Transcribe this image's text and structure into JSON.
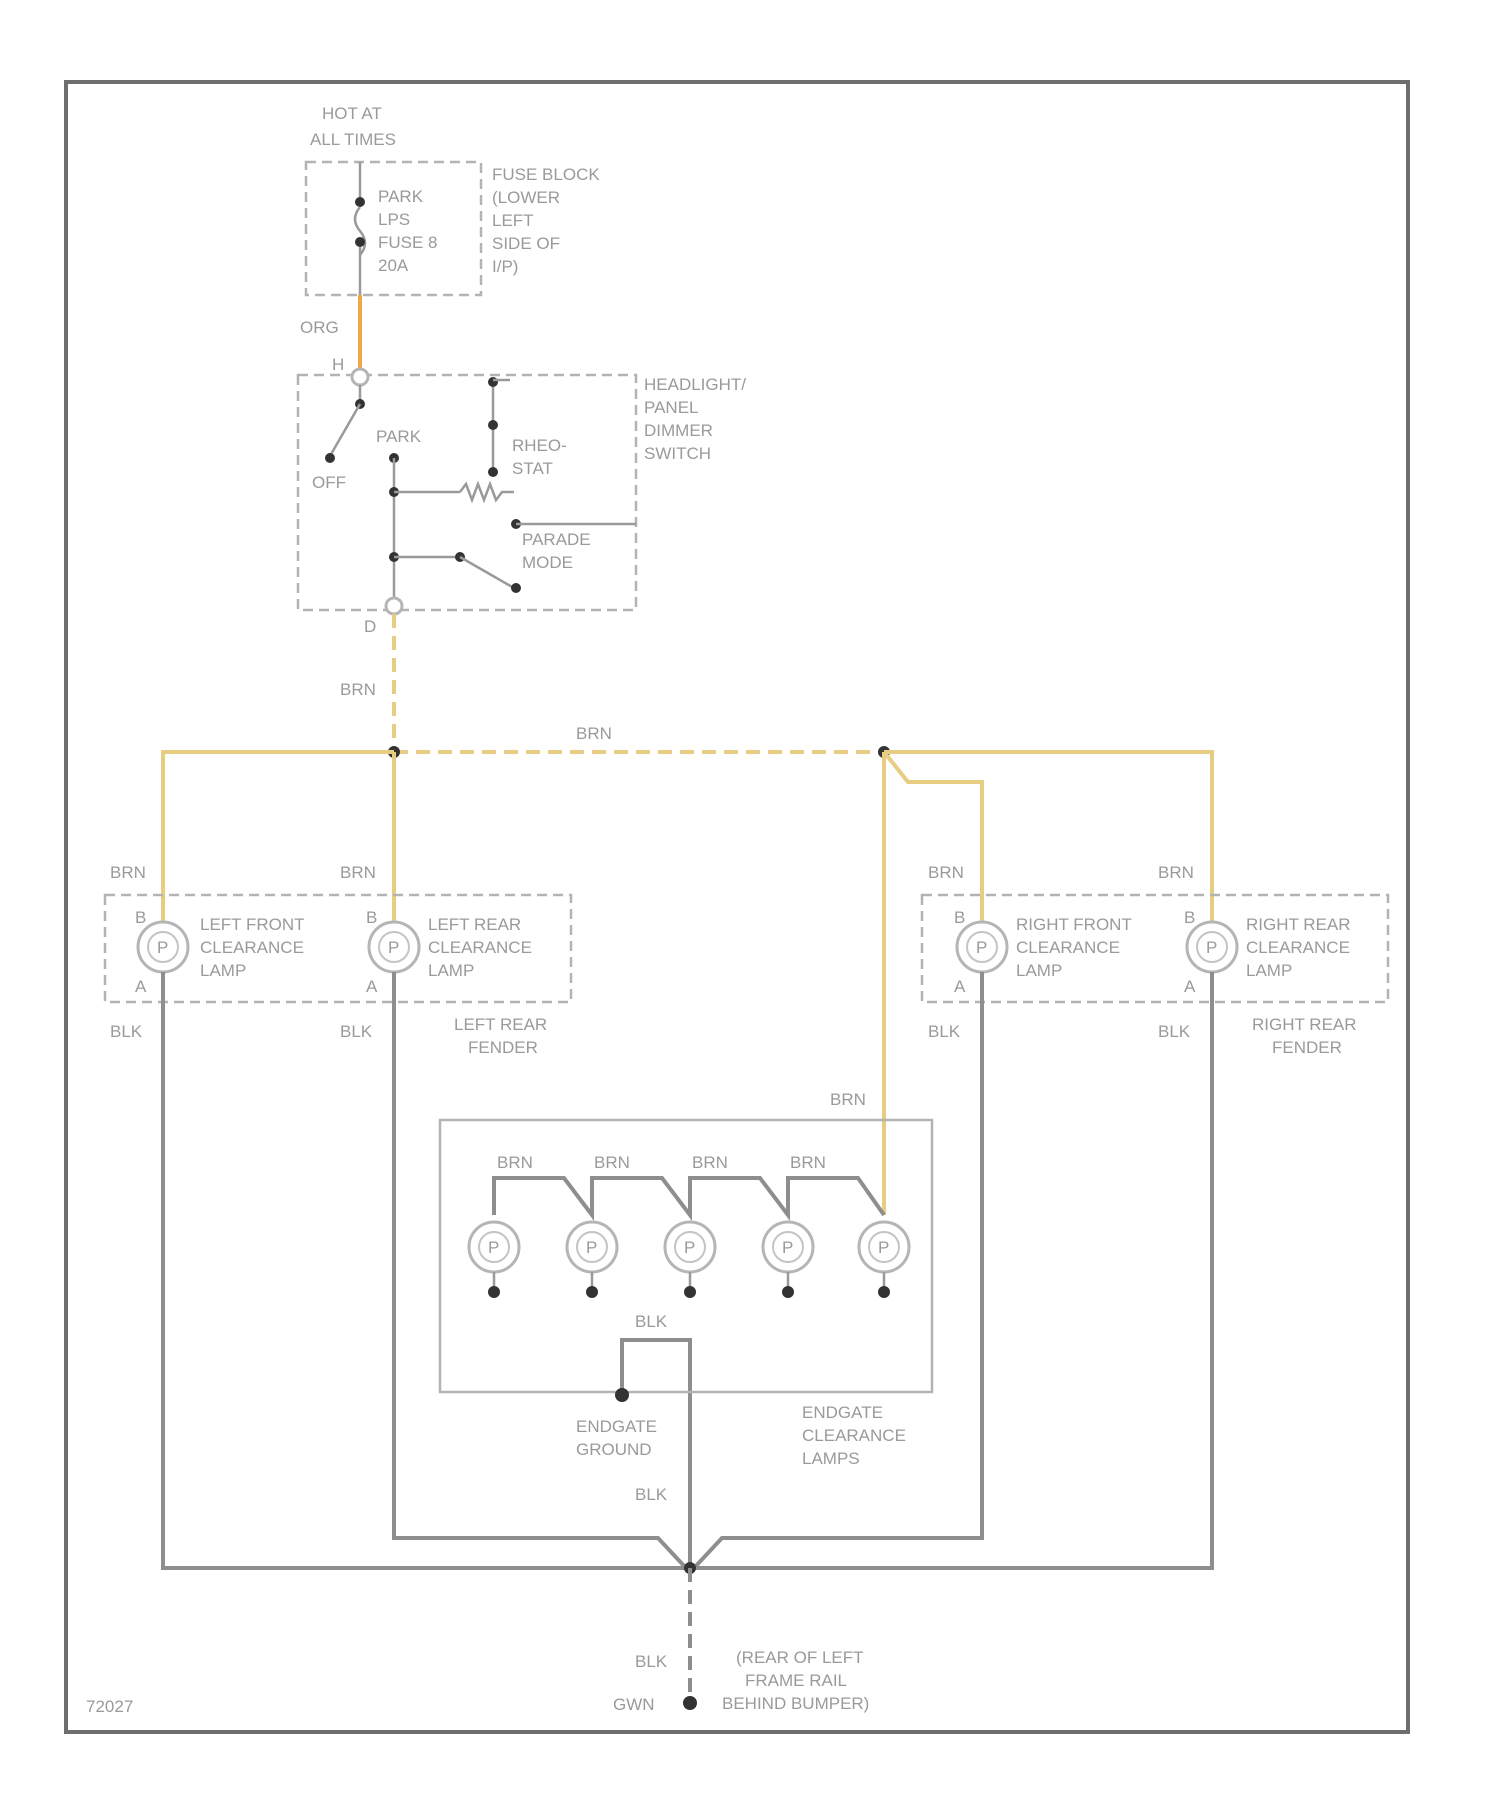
{
  "supply": {
    "hot_label_line1": "HOT AT",
    "hot_label_line2": "ALL TIMES",
    "fuse_lines": [
      "PARK",
      "LPS",
      "FUSE 8",
      "20A"
    ],
    "fuse_block_lines": [
      "FUSE BLOCK",
      "(LOWER",
      "LEFT",
      "SIDE OF",
      "I/P)"
    ],
    "wire_org": "ORG"
  },
  "switch": {
    "terminal_top": "H",
    "terminal_bottom": "D",
    "park_label": "PARK",
    "off_label": "OFF",
    "rheostat_lines": [
      "RHEO-",
      "STAT"
    ],
    "parade_lines": [
      "PARADE",
      "MODE"
    ],
    "title_lines": [
      "HEADLIGHT/",
      "PANEL",
      "DIMMER",
      "SWITCH"
    ]
  },
  "wire_labels": {
    "brn": "BRN",
    "blk": "BLK",
    "gwn": "GWN"
  },
  "lamps": {
    "lamp_symbol": "P",
    "terminal_b": "B",
    "terminal_a": "A",
    "left_front_lines": [
      "LEFT FRONT",
      "CLEARANCE",
      "LAMP"
    ],
    "left_rear_lines": [
      "LEFT REAR",
      "CLEARANCE",
      "LAMP"
    ],
    "right_front_lines": [
      "RIGHT FRONT",
      "CLEARANCE",
      "LAMP"
    ],
    "right_rear_lines": [
      "RIGHT REAR",
      "CLEARANCE",
      "LAMP"
    ],
    "left_fender_lines": [
      "LEFT REAR",
      "FENDER"
    ],
    "right_fender_lines": [
      "RIGHT REAR",
      "FENDER"
    ]
  },
  "endgate": {
    "ground_lines": [
      "ENDGATE",
      "GROUND"
    ],
    "lamps_lines": [
      "ENDGATE",
      "CLEARANCE",
      "LAMPS"
    ]
  },
  "ground": {
    "location_lines": [
      "(REAR OF LEFT",
      "FRAME RAIL",
      "BEHIND BUMPER)"
    ]
  },
  "figure_id": "72027",
  "colors": {
    "brn_wire": "#e6cd82",
    "org_wire": "#f0a848",
    "blk_wire": "#8e8e8e",
    "node": "#333333"
  }
}
